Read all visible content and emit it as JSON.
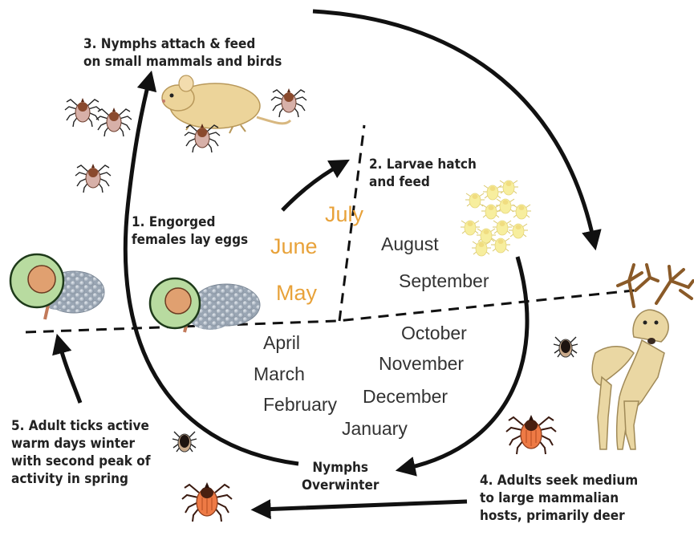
{
  "diagram": {
    "stage_labels": {
      "stage1": "1. Engorged\nfemales lay eggs",
      "stage2": "2. Larvae hatch\nand feed",
      "stage3": "3. Nymphs attach & feed\non small mammals and birds",
      "stage4": "4. Adults seek medium\nto large mammalian\nhosts, primarily deer",
      "stage5": "5. Adult ticks active\nwarm days winter\nwith second peak of\nactivity in spring",
      "nymphs_overwinter": "Nymphs\nOverwinter"
    },
    "months": {
      "may": "May",
      "june": "June",
      "july": "July",
      "august": "August",
      "september": "September",
      "october": "October",
      "november": "November",
      "december": "December",
      "january": "January",
      "february": "February",
      "march": "March",
      "april": "April"
    },
    "illustrations": [
      "egg-mass-icon",
      "engorged-tick-icon",
      "mouse-icon",
      "nymph-tick-icon",
      "larva-tick-icon",
      "deer-icon",
      "adult-tick-icon"
    ],
    "colors": {
      "warm_months": "#e8a23a",
      "cool_months": "#333333",
      "arrows": "#111111",
      "egg_sac_outer": "#b8dba0",
      "egg_sac_inner": "#e0a070",
      "eggs": "#aeb8c4",
      "mouse": "#ecd49a",
      "deer": "#ead7a3",
      "larvae": "#f6eca0",
      "adult_tick": "#e8703a"
    }
  }
}
